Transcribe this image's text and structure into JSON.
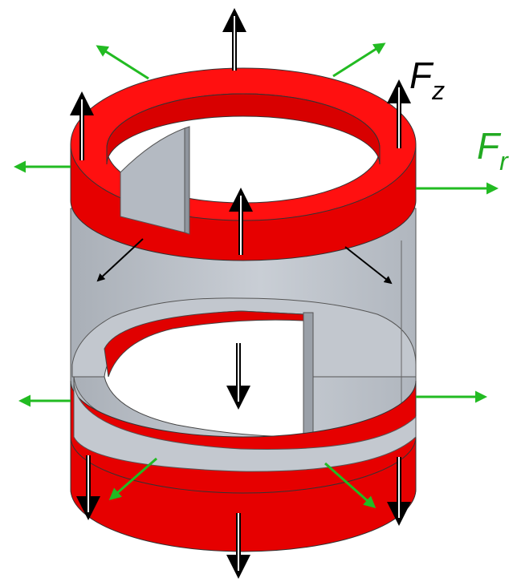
{
  "labels": {
    "fz": {
      "main": "F",
      "sub": "z"
    },
    "fr": {
      "main": "F",
      "sub": "r"
    }
  },
  "colors": {
    "ring": "#ee0000",
    "ring_dark": "#c80000",
    "ring_inner": "#ff1a1a",
    "steel": "#b8bec6",
    "steel_light": "#d2d7de",
    "steel_dark": "#8d939b",
    "axial_arrow": "#000000",
    "radial_arrow": "#22bb22",
    "fr_label": "#22aa22",
    "fz_label": "#000000"
  }
}
